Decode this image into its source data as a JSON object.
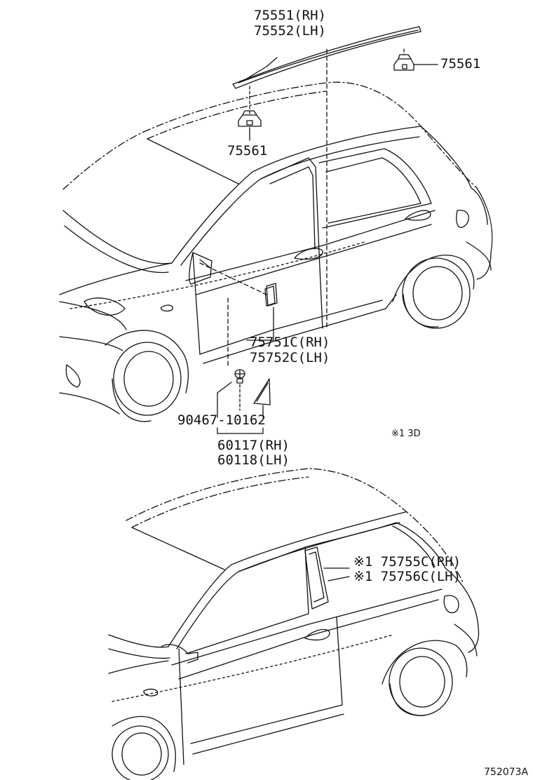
{
  "labels": {
    "top_molding_rh": "75551(RH)",
    "top_molding_lh": "75552(LH)",
    "clip_right": "75561",
    "clip_left": "75561",
    "door_emblem_rh": "75751C(RH)",
    "door_emblem_lh": "75752C(LH)",
    "screw": "90467-10162",
    "cover_rh": "60117(RH)",
    "cover_lh": "60118(LH)",
    "note": "※1 3D",
    "pillar_rh": "※1 75755C(RH)",
    "pillar_lh": "※1 75756C(LH)",
    "figure_ref": "752073A"
  },
  "colors": {
    "line": "#111111",
    "background": "#ffffff"
  }
}
